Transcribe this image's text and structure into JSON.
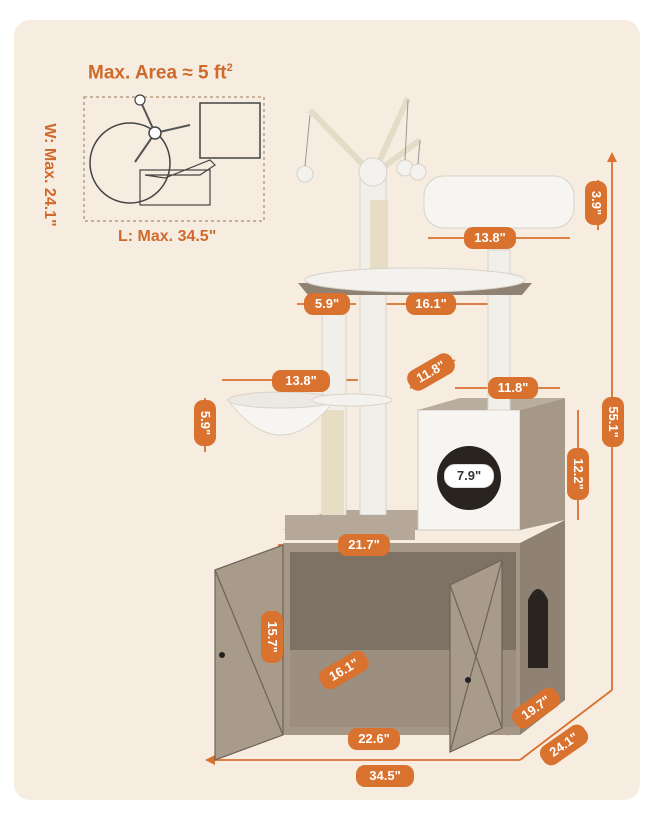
{
  "headline": {
    "text": "Max. Area ≈ 5 ft",
    "superscript": "2"
  },
  "footprint": {
    "width_label": "W: Max. 24.1\"",
    "length_label": "L: Max. 34.5\""
  },
  "dimensions": {
    "top_perch_width": "13.8\"",
    "top_perch_height": "3.9\"",
    "platform_small": "5.9\"",
    "platform_large": "16.1\"",
    "basket_width": "13.8\"",
    "basket_height": "5.9\"",
    "condo_depth": "11.8\"",
    "condo_width": "11.8\"",
    "condo_height": "12.2\"",
    "condo_hole": "7.9\"",
    "total_height": "55.1\"",
    "cabinet_top": "21.7\"",
    "cabinet_inner_height": "15.7\"",
    "cabinet_inner_depth": "16.1\"",
    "cabinet_inner_width": "22.6\"",
    "cabinet_depth": "19.7\"",
    "total_depth": "24.1\"",
    "total_width": "34.5\""
  },
  "colors": {
    "accent": "#d9712f",
    "background": "#f6ece0",
    "wood": "#9b8e7f",
    "plush": "#f4f2ef"
  }
}
